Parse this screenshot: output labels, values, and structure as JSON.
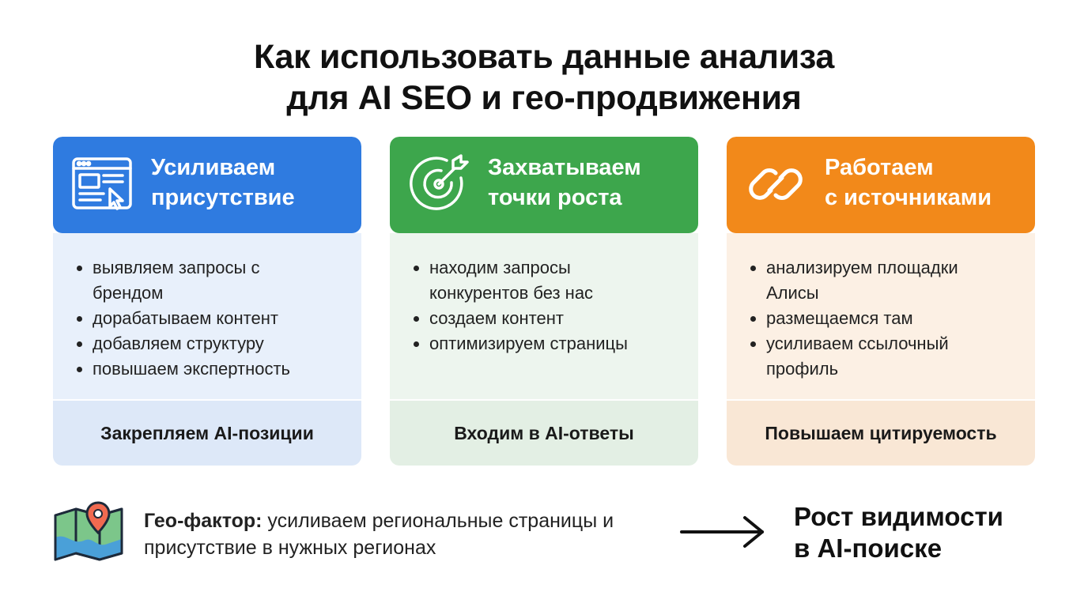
{
  "title": {
    "line1": "Как использовать данные анализа",
    "line2": "для AI SEO и гео-продвижения"
  },
  "cards": [
    {
      "icon": "browser-window-cursor-icon",
      "color": "#2f7be0",
      "title_line1": "Усиливаем",
      "title_line2": "присутствие",
      "items": [
        "выявляем запросы с брендом",
        "дорабатываем контент",
        "добавляем структуру",
        "повышаем экспертность"
      ],
      "result": "Закрепляем AI-позиции"
    },
    {
      "icon": "target-arrow-icon",
      "color": "#3da64c",
      "title_line1": "Захватываем",
      "title_line2": "точки роста",
      "items": [
        "находим запросы конкурентов без нас",
        "создаем контент",
        "оптимизируем страницы"
      ],
      "result": "Входим в AI-ответы"
    },
    {
      "icon": "chain-link-icon",
      "color": "#f2891a",
      "title_line1": "Работаем",
      "title_line2": "с источниками",
      "items": [
        "анализируем площадки Алисы",
        "размещаемся там",
        "усиливаем ссылочный профиль"
      ],
      "result": "Повышаем цитируемость"
    }
  ],
  "geo": {
    "icon": "map-pin-icon",
    "label": "Гео-фактор:",
    "text": " усиливаем региональные страницы и присутствие в нужных регионах"
  },
  "outcome": {
    "line1": "Рост видимости",
    "line2": "в AI-поиске"
  }
}
